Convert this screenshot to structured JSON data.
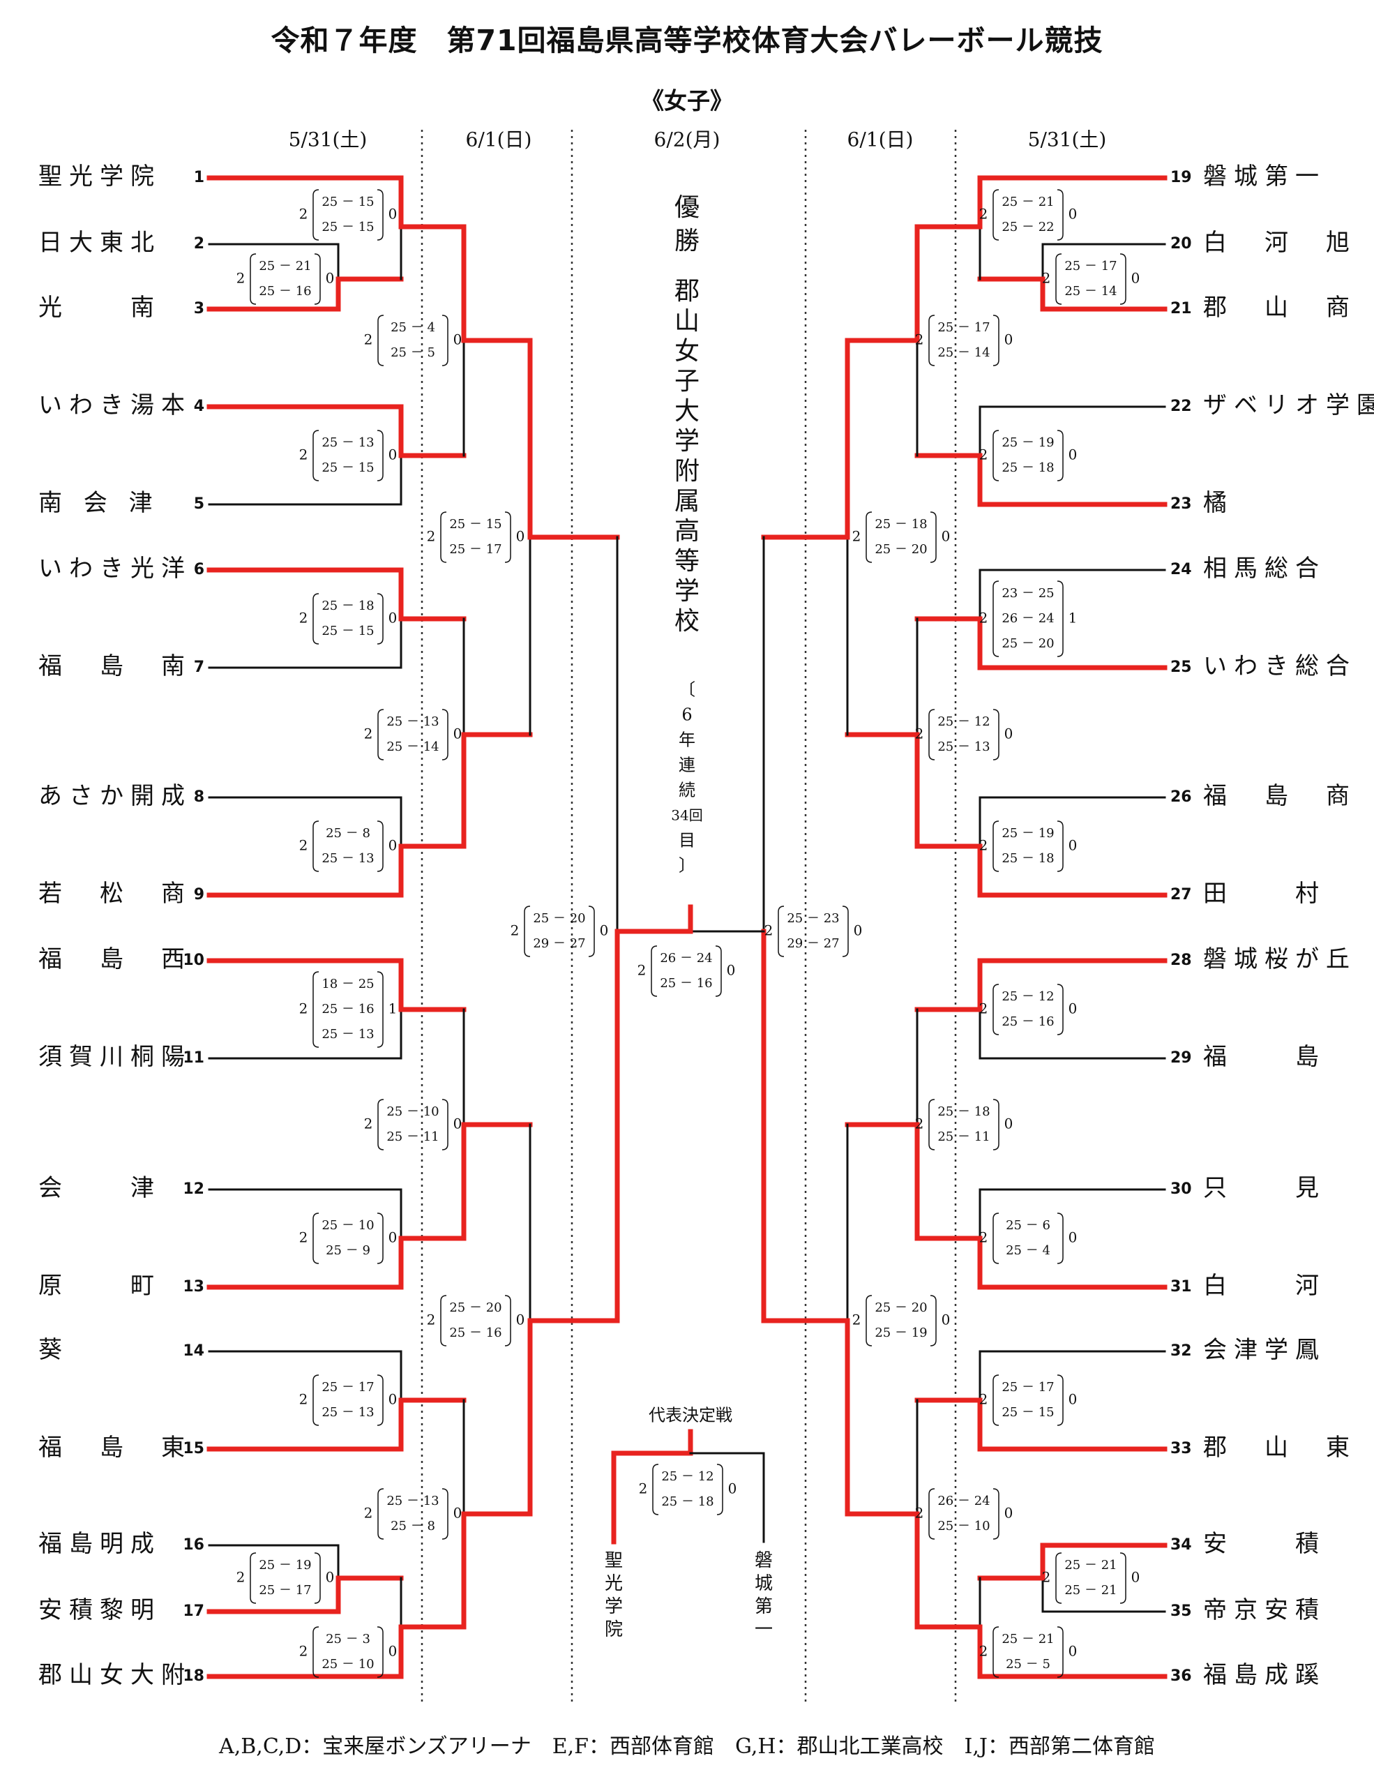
{
  "title": "令和７年度　第71回福島県高等学校体育大会バレーボール競技",
  "division": "《女子》",
  "round_dates": {
    "left_r1": "5/31(土)",
    "left_r2": "6/1(日)",
    "final": "6/2(月)",
    "right_r2": "6/1(日)",
    "right_r1": "5/31(土)"
  },
  "champion": {
    "label": "優勝",
    "school": "郡山女子大学附属高等学校",
    "note_chars": [
      "〔",
      "6",
      "年",
      "連",
      "続",
      "",
      "目",
      "〕"
    ],
    "note_overprint": "34回"
  },
  "teams_left": [
    {
      "no": "1",
      "name": "聖光学院"
    },
    {
      "no": "2",
      "name": "日大東北"
    },
    {
      "no": "3",
      "name": "光　　南"
    },
    {
      "no": "4",
      "name": "いわき湯本"
    },
    {
      "no": "5",
      "name": "南 会 津"
    },
    {
      "no": "6",
      "name": "いわき光洋"
    },
    {
      "no": "7",
      "name": "福　島　南"
    },
    {
      "no": "8",
      "name": "あさか開成"
    },
    {
      "no": "9",
      "name": "若　松　商"
    },
    {
      "no": "10",
      "name": "福　島　西"
    },
    {
      "no": "11",
      "name": "須賀川桐陽"
    },
    {
      "no": "12",
      "name": "会　　津"
    },
    {
      "no": "13",
      "name": "原　　町"
    },
    {
      "no": "14",
      "name": "葵"
    },
    {
      "no": "15",
      "name": "福　島　東"
    },
    {
      "no": "16",
      "name": "福島明成"
    },
    {
      "no": "17",
      "name": "安積黎明"
    },
    {
      "no": "18",
      "name": "郡山女大附"
    }
  ],
  "teams_right": [
    {
      "no": "19",
      "name": "磐城第一"
    },
    {
      "no": "20",
      "name": "白　河　旭"
    },
    {
      "no": "21",
      "name": "郡　山　商"
    },
    {
      "no": "22",
      "name": "ザベリオ学園"
    },
    {
      "no": "23",
      "name": "橘"
    },
    {
      "no": "24",
      "name": "相馬総合"
    },
    {
      "no": "25",
      "name": "いわき総合"
    },
    {
      "no": "26",
      "name": "福　島　商"
    },
    {
      "no": "27",
      "name": "田　　村"
    },
    {
      "no": "28",
      "name": "磐城桜が丘"
    },
    {
      "no": "29",
      "name": "福　　島"
    },
    {
      "no": "30",
      "name": "只　　見"
    },
    {
      "no": "31",
      "name": "白　　河"
    },
    {
      "no": "32",
      "name": "会津学鳳"
    },
    {
      "no": "33",
      "name": "郡　山　東"
    },
    {
      "no": "34",
      "name": "安　　積"
    },
    {
      "no": "35",
      "name": "帝京安積"
    },
    {
      "no": "36",
      "name": "福島成蹊"
    }
  ],
  "scores": [
    {
      "id": "L-1-23",
      "sets_w": "2",
      "sets_l": "0",
      "lines": [
        "25 － 21",
        "25 － 16"
      ]
    },
    {
      "id": "L-W-1",
      "sets_w": "2",
      "sets_l": "0",
      "lines": [
        "25 － 15",
        "25 － 15"
      ]
    },
    {
      "id": "L-4-5",
      "sets_w": "2",
      "sets_l": "0",
      "lines": [
        "25 － 13",
        "25 － 15"
      ]
    },
    {
      "id": "L-6-7",
      "sets_w": "2",
      "sets_l": "0",
      "lines": [
        "25 － 18",
        "25 － 15"
      ]
    },
    {
      "id": "L-8-9",
      "sets_w": "2",
      "sets_l": "0",
      "lines": [
        "25 － 8",
        "25 － 13"
      ]
    },
    {
      "id": "L-10-11",
      "sets_w": "2",
      "sets_l": "1",
      "lines": [
        "18 － 25",
        "25 － 16",
        "25 － 13"
      ]
    },
    {
      "id": "L-12-13",
      "sets_w": "2",
      "sets_l": "0",
      "lines": [
        "25 － 10",
        "25 － 9"
      ]
    },
    {
      "id": "L-14-15",
      "sets_w": "2",
      "sets_l": "0",
      "lines": [
        "25 － 17",
        "25 － 13"
      ]
    },
    {
      "id": "L-16-17",
      "sets_w": "2",
      "sets_l": "0",
      "lines": [
        "25 － 19",
        "25 － 17"
      ]
    },
    {
      "id": "L-W-18",
      "sets_w": "2",
      "sets_l": "0",
      "lines": [
        "25 － 3",
        "25 － 10"
      ]
    },
    {
      "id": "L-R2-a",
      "sets_w": "2",
      "sets_l": "0",
      "lines": [
        "25 － 4",
        "25 － 5"
      ]
    },
    {
      "id": "L-R2-b",
      "sets_w": "2",
      "sets_l": "0",
      "lines": [
        "25 － 13",
        "25 － 14"
      ]
    },
    {
      "id": "L-R2-c",
      "sets_w": "2",
      "sets_l": "0",
      "lines": [
        "25 － 10",
        "25 － 11"
      ]
    },
    {
      "id": "L-R2-d",
      "sets_w": "2",
      "sets_l": "0",
      "lines": [
        "25 － 13",
        "25 － 8"
      ]
    },
    {
      "id": "L-QF-a",
      "sets_w": "2",
      "sets_l": "0",
      "lines": [
        "25 － 15",
        "25 － 17"
      ]
    },
    {
      "id": "L-QF-b",
      "sets_w": "2",
      "sets_l": "0",
      "lines": [
        "25 － 20",
        "25 － 16"
      ]
    },
    {
      "id": "L-SF",
      "sets_w": "2",
      "sets_l": "0",
      "lines": [
        "25 － 20",
        "29 － 27"
      ]
    },
    {
      "id": "FINAL",
      "sets_w": "2",
      "sets_l": "0",
      "lines": [
        "26 － 24",
        "25 － 16"
      ]
    },
    {
      "id": "R-SF",
      "sets_w": "2",
      "sets_l": "0",
      "lines": [
        "25 － 23",
        "29 － 27"
      ]
    },
    {
      "id": "R-W-19",
      "sets_w": "2",
      "sets_l": "0",
      "lines": [
        "25 － 21",
        "25 － 22"
      ]
    },
    {
      "id": "R-20-21",
      "sets_w": "2",
      "sets_l": "0",
      "lines": [
        "25 － 17",
        "25 － 14"
      ]
    },
    {
      "id": "R-22-23",
      "sets_w": "2",
      "sets_l": "0",
      "lines": [
        "25 － 19",
        "25 － 18"
      ]
    },
    {
      "id": "R-24-25",
      "sets_w": "2",
      "sets_l": "1",
      "lines": [
        "23 － 25",
        "26 － 24",
        "25 － 20"
      ]
    },
    {
      "id": "R-26-27",
      "sets_w": "2",
      "sets_l": "0",
      "lines": [
        "25 － 19",
        "25 － 18"
      ]
    },
    {
      "id": "R-28-29",
      "sets_w": "2",
      "sets_l": "0",
      "lines": [
        "25 － 12",
        "25 － 16"
      ]
    },
    {
      "id": "R-30-31",
      "sets_w": "2",
      "sets_l": "0",
      "lines": [
        "25 － 6",
        "25 － 4"
      ]
    },
    {
      "id": "R-32-33",
      "sets_w": "2",
      "sets_l": "0",
      "lines": [
        "25 － 17",
        "25 － 15"
      ]
    },
    {
      "id": "R-34-35",
      "sets_w": "2",
      "sets_l": "0",
      "lines": [
        "25 － 21",
        "25 － 21"
      ]
    },
    {
      "id": "R-W-36",
      "sets_w": "2",
      "sets_l": "0",
      "lines": [
        "25 － 21",
        "25 － 5"
      ]
    },
    {
      "id": "R-R2-a",
      "sets_w": "2",
      "sets_l": "0",
      "lines": [
        "25 － 17",
        "25 － 14"
      ]
    },
    {
      "id": "R-R2-b",
      "sets_w": "2",
      "sets_l": "0",
      "lines": [
        "25 － 12",
        "25 － 13"
      ]
    },
    {
      "id": "R-R2-c",
      "sets_w": "2",
      "sets_l": "0",
      "lines": [
        "25 － 18",
        "25 － 11"
      ]
    },
    {
      "id": "R-R2-d",
      "sets_w": "2",
      "sets_l": "0",
      "lines": [
        "26 － 24",
        "25 － 10"
      ]
    },
    {
      "id": "R-QF-a",
      "sets_w": "2",
      "sets_l": "0",
      "lines": [
        "25 － 18",
        "25 － 20"
      ]
    },
    {
      "id": "R-QF-b",
      "sets_w": "2",
      "sets_l": "0",
      "lines": [
        "25 － 20",
        "25 － 19"
      ]
    },
    {
      "id": "REP",
      "sets_w": "2",
      "sets_l": "0",
      "lines": [
        "25 － 12",
        "25 － 18"
      ]
    }
  ],
  "rep_match": {
    "label": "代表決定戦",
    "left_team": "聖光学院",
    "right_team": "磐城第一"
  },
  "venues": "A,B,C,D：宝来屋ボンズアリーナ　E,F：西部体育館　G,H：郡山北工業高校　I,J：西部第二体育館",
  "colors": {
    "winner": "#e8231f",
    "line": "#111111",
    "divider": "#333333"
  }
}
